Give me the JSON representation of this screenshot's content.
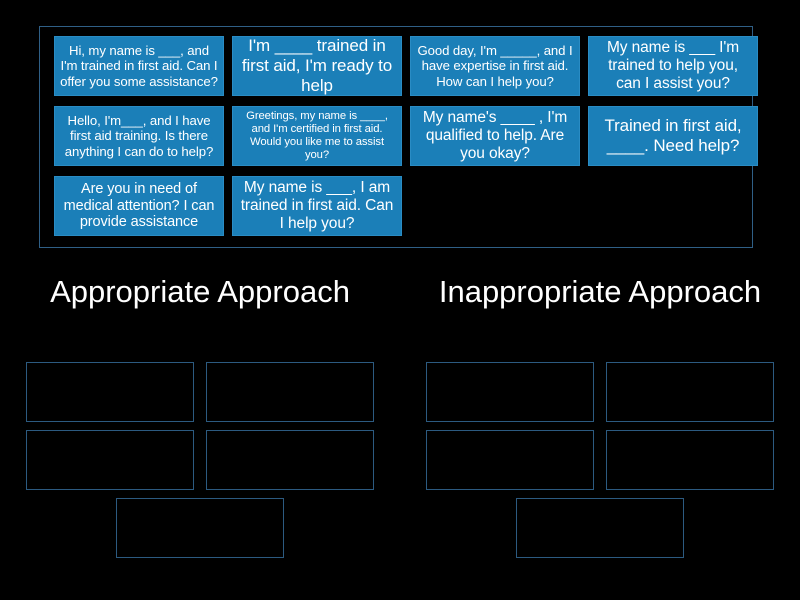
{
  "tray": {
    "name": "word-tile-tray",
    "tiles": [
      {
        "id": "tile-1",
        "text": "Hi, my name is ___, and I'm trained in first aid. Can I offer you some assistance?",
        "size": "fs-13"
      },
      {
        "id": "tile-2",
        "text": "I'm ____ trained in first aid, I'm ready to help",
        "size": "fs-17"
      },
      {
        "id": "tile-3",
        "text": "Good day, I'm _____, and I have expertise in first aid. How can I help you?",
        "size": "fs-13"
      },
      {
        "id": "tile-4",
        "text": "My name is ___ I'm trained to help you, can I assist you?",
        "size": "fs-15"
      },
      {
        "id": "tile-5",
        "text": "Hello, I'm___, and I have first aid training. Is there anything I can do to help?",
        "size": "fs-13"
      },
      {
        "id": "tile-6",
        "text": "Greetings, my name is ____, and I'm certified in first aid. Would you like me to assist you?",
        "size": "fs-11"
      },
      {
        "id": "tile-7",
        "text": "My name's ____ , I'm qualified to help. Are you okay?",
        "size": "fs-15"
      },
      {
        "id": "tile-8",
        "text": "Trained in first aid, ____. Need help?",
        "size": "fs-17"
      },
      {
        "id": "tile-9",
        "text": "Are you in need of medical attention? I can provide assistance",
        "size": "fs-14"
      },
      {
        "id": "tile-10",
        "text": "My name is ___, I am trained in first aid. Can I help you?",
        "size": "fs-15"
      }
    ]
  },
  "categories": [
    {
      "id": "category-appropriate",
      "title": "Appropriate Approach",
      "dropzones": [
        {
          "id": "appropriate-slot-1",
          "content": ""
        },
        {
          "id": "appropriate-slot-2",
          "content": ""
        },
        {
          "id": "appropriate-slot-3",
          "content": ""
        },
        {
          "id": "appropriate-slot-4",
          "content": ""
        },
        {
          "id": "appropriate-slot-5",
          "content": ""
        }
      ]
    },
    {
      "id": "category-inappropriate",
      "title": "Inappropriate Approach",
      "dropzones": [
        {
          "id": "inappropriate-slot-1",
          "content": ""
        },
        {
          "id": "inappropriate-slot-2",
          "content": ""
        },
        {
          "id": "inappropriate-slot-3",
          "content": ""
        },
        {
          "id": "inappropriate-slot-4",
          "content": ""
        },
        {
          "id": "inappropriate-slot-5",
          "content": ""
        }
      ]
    }
  ],
  "colors": {
    "background": "#000000",
    "tile_fill": "#1b7fb8",
    "tile_border": "#2a8cc4",
    "tray_border": "#2f5f86",
    "dropzone_border": "#2c5a80",
    "text": "#ffffff"
  }
}
